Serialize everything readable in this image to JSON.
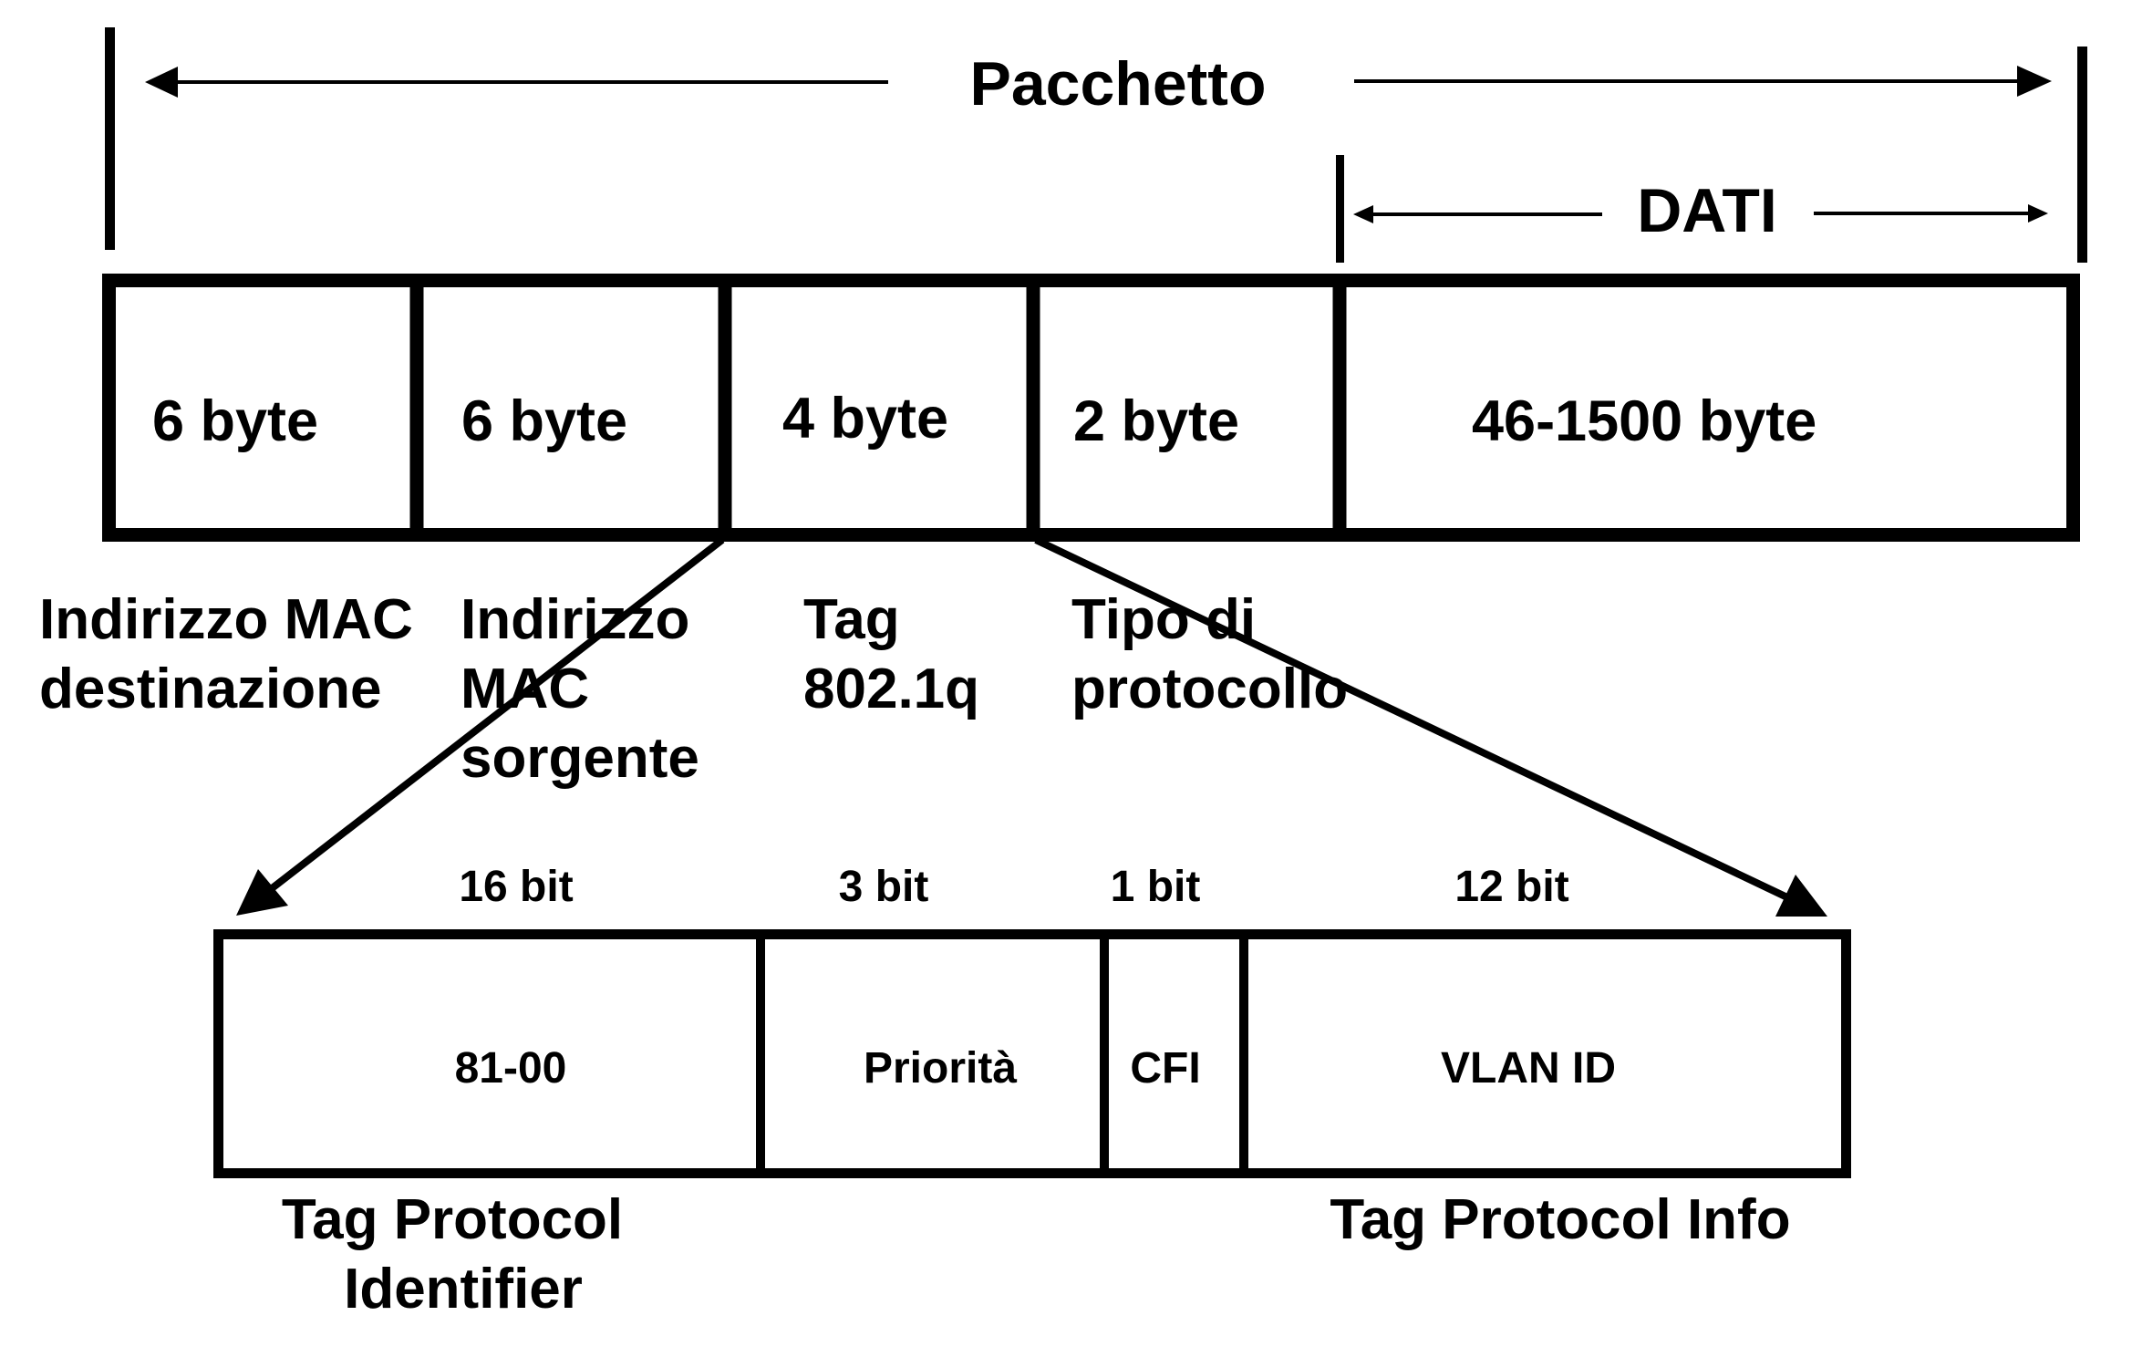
{
  "packet": {
    "title": "Pacchetto",
    "data_span_label": "DATI"
  },
  "frame_fields": [
    {
      "size": "6 byte",
      "label_lines": [
        "Indirizzo MAC",
        "destinazione"
      ]
    },
    {
      "size": "6 byte",
      "label_lines": [
        "Indirizzo",
        "MAC",
        "sorgente"
      ]
    },
    {
      "size": "4 byte",
      "label_lines": [
        "Tag",
        "802.1q"
      ]
    },
    {
      "size": "2 byte",
      "label_lines": [
        "Tipo di",
        "protocollo"
      ]
    },
    {
      "size": "46-1500 byte",
      "label_lines": []
    }
  ],
  "tag_fields": [
    {
      "bits": "16 bit",
      "name": "81-00"
    },
    {
      "bits": "3 bit",
      "name": "Priorità"
    },
    {
      "bits": "1 bit",
      "name": "CFI"
    },
    {
      "bits": "12 bit",
      "name": "VLAN ID"
    }
  ],
  "tag_groups": {
    "identifier_lines": [
      "Tag Protocol",
      "Identifier"
    ],
    "info": "Tag Protocol Info"
  },
  "colors": {
    "ink": "#000000",
    "background": "#ffffff"
  }
}
